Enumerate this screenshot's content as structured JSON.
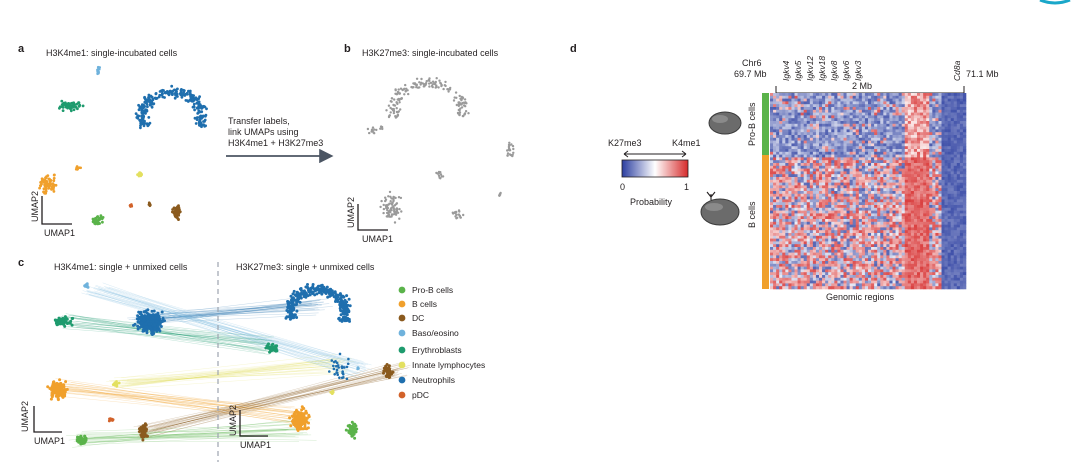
{
  "figure": {
    "panel_a": {
      "letter": "a",
      "title": "H3K4me1: single-incubated cells",
      "axis_x": "UMAP1",
      "axis_y": "UMAP2"
    },
    "panel_b": {
      "letter": "b",
      "title": "H3K27me3: single-incubated cells",
      "axis_x": "UMAP1",
      "axis_y": "UMAP2"
    },
    "arrow_text": [
      "Transfer labels,",
      "link UMAPs using",
      "H3K4me1 + H3K27me3"
    ],
    "panel_c": {
      "letter": "c",
      "title_left": "H3K4me1: single + unmixed cells",
      "title_right": "H3K27me3: single + unmixed cells",
      "axis_x": "UMAP1",
      "axis_y": "UMAP2"
    },
    "legend": [
      {
        "label": "Pro-B cells",
        "color": "#5ab34a"
      },
      {
        "label": "B cells",
        "color": "#f0a02c"
      },
      {
        "label": "DC",
        "color": "#8a5a1e"
      },
      {
        "label": "Baso/eosino",
        "color": "#6fb2dc"
      },
      {
        "label": "Erythroblasts",
        "color": "#1e9b6e"
      },
      {
        "label": "Innate lymphocytes",
        "color": "#e3e060"
      },
      {
        "label": "Neutrophils",
        "color": "#1f6fae"
      },
      {
        "label": "pDC",
        "color": "#d2622a"
      }
    ],
    "panel_d": {
      "letter": "d",
      "chr": "Chr6",
      "start": "69.7 Mb",
      "end": "71.1 Mb",
      "scale": "2 Mb",
      "genes": [
        "Igkv4",
        "Igkv5",
        "Igkv12",
        "Igkv18",
        "Igkv8",
        "Igkv6",
        "Igkv3",
        "Cd8a"
      ],
      "row_groups": [
        {
          "label": "Pro-B cells",
          "color": "#5ab34a"
        },
        {
          "label": "B cells",
          "color": "#f0a02c"
        }
      ],
      "xlabel": "Genomic regions",
      "colorbar": {
        "left_label": "K27me3",
        "right_label": "K4me1",
        "min": "0",
        "max": "1",
        "title": "Probability",
        "low_color": "#2b3ea0",
        "high_color": "#d62b2b"
      }
    }
  }
}
